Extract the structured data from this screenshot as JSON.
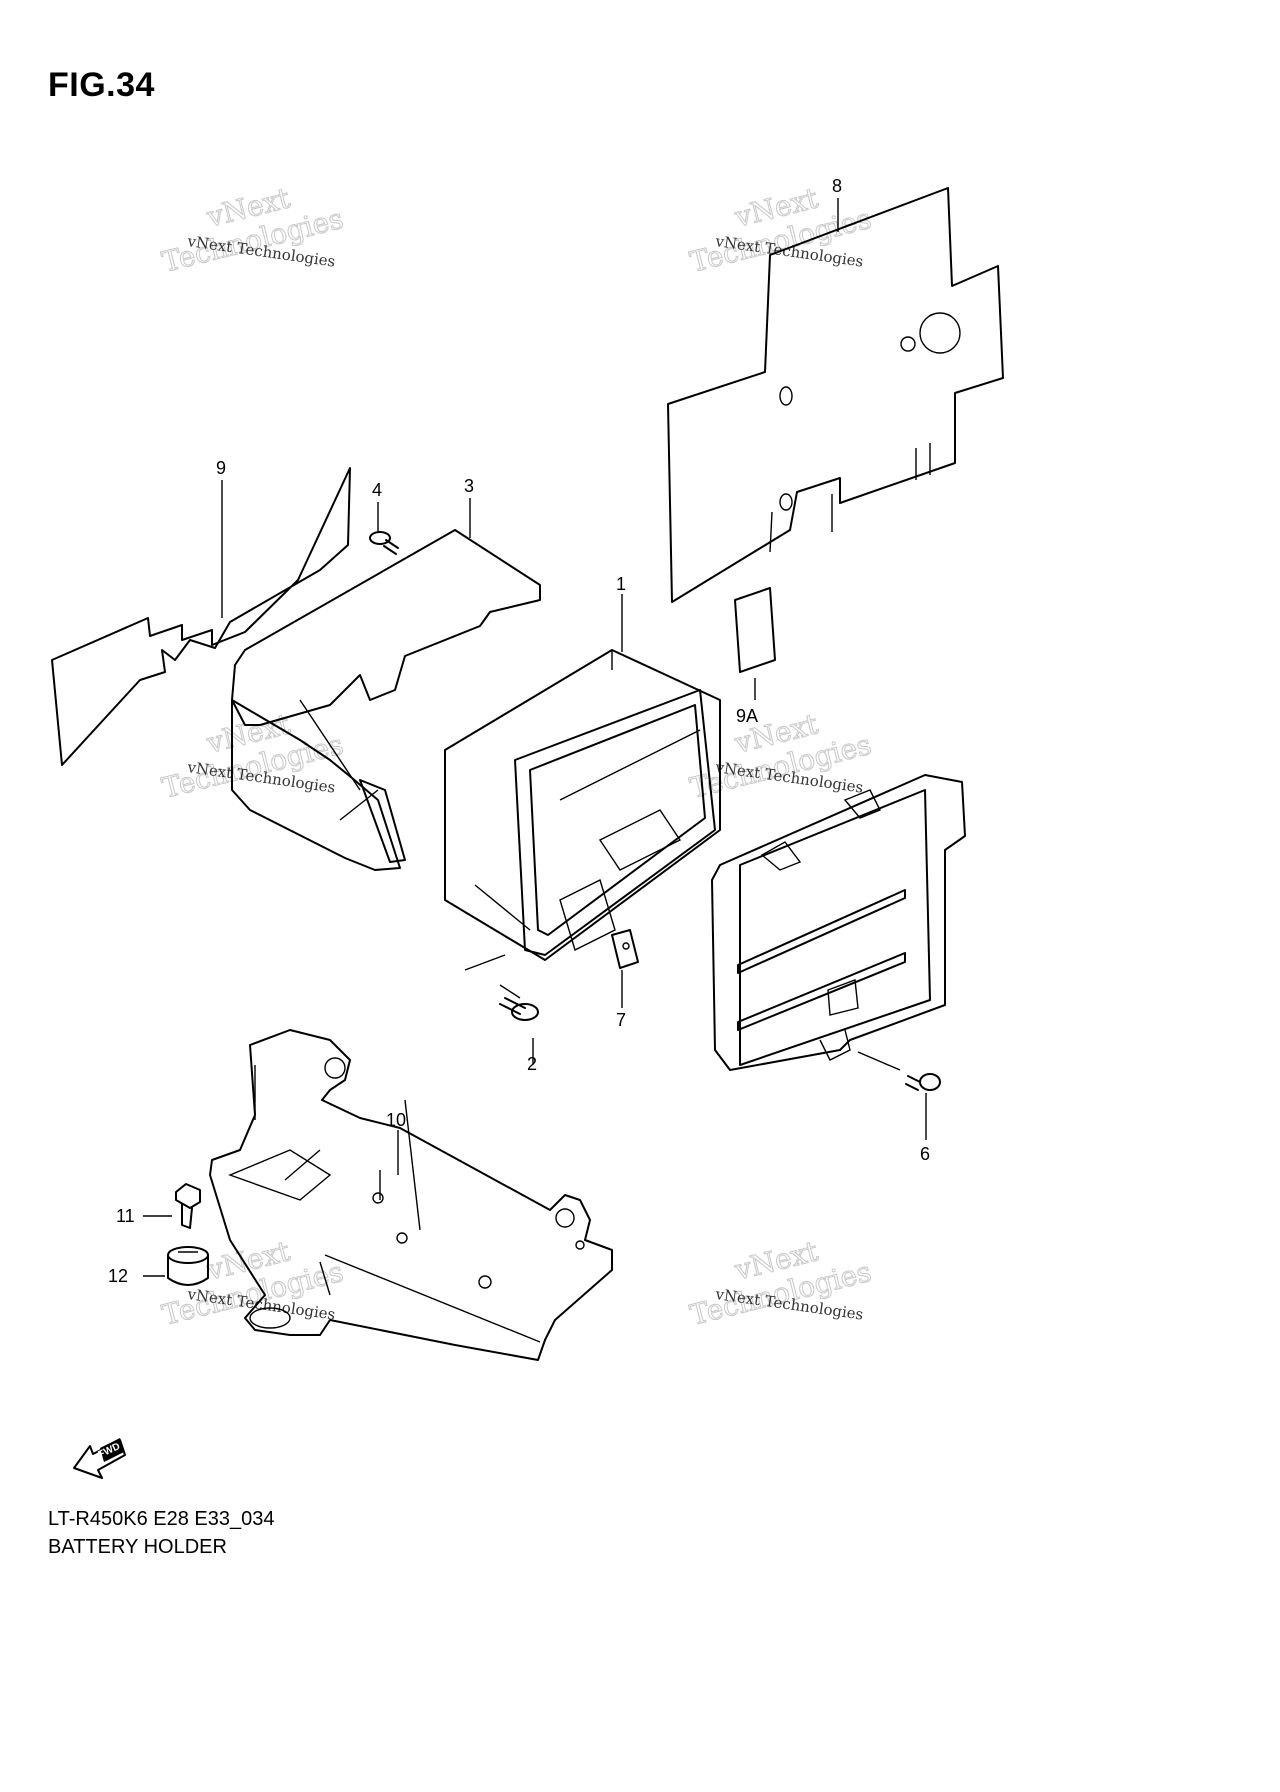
{
  "figure": {
    "title": "FIG.34"
  },
  "footer": {
    "code": "LT-R450K6 E28 E33_034",
    "name": "BATTERY HOLDER"
  },
  "fwd_label": "FWD",
  "watermark": {
    "line1": "vNext Technologies",
    "line2": "vNext",
    "line3": "Technologies"
  },
  "callouts": [
    {
      "id": "1",
      "label": "1"
    },
    {
      "id": "2",
      "label": "2"
    },
    {
      "id": "3",
      "label": "3"
    },
    {
      "id": "4",
      "label": "4"
    },
    {
      "id": "6",
      "label": "6"
    },
    {
      "id": "7",
      "label": "7"
    },
    {
      "id": "8",
      "label": "8"
    },
    {
      "id": "9",
      "label": "9"
    },
    {
      "id": "9a",
      "label": "9A"
    },
    {
      "id": "10",
      "label": "10"
    },
    {
      "id": "11",
      "label": "11"
    },
    {
      "id": "12",
      "label": "12"
    }
  ]
}
